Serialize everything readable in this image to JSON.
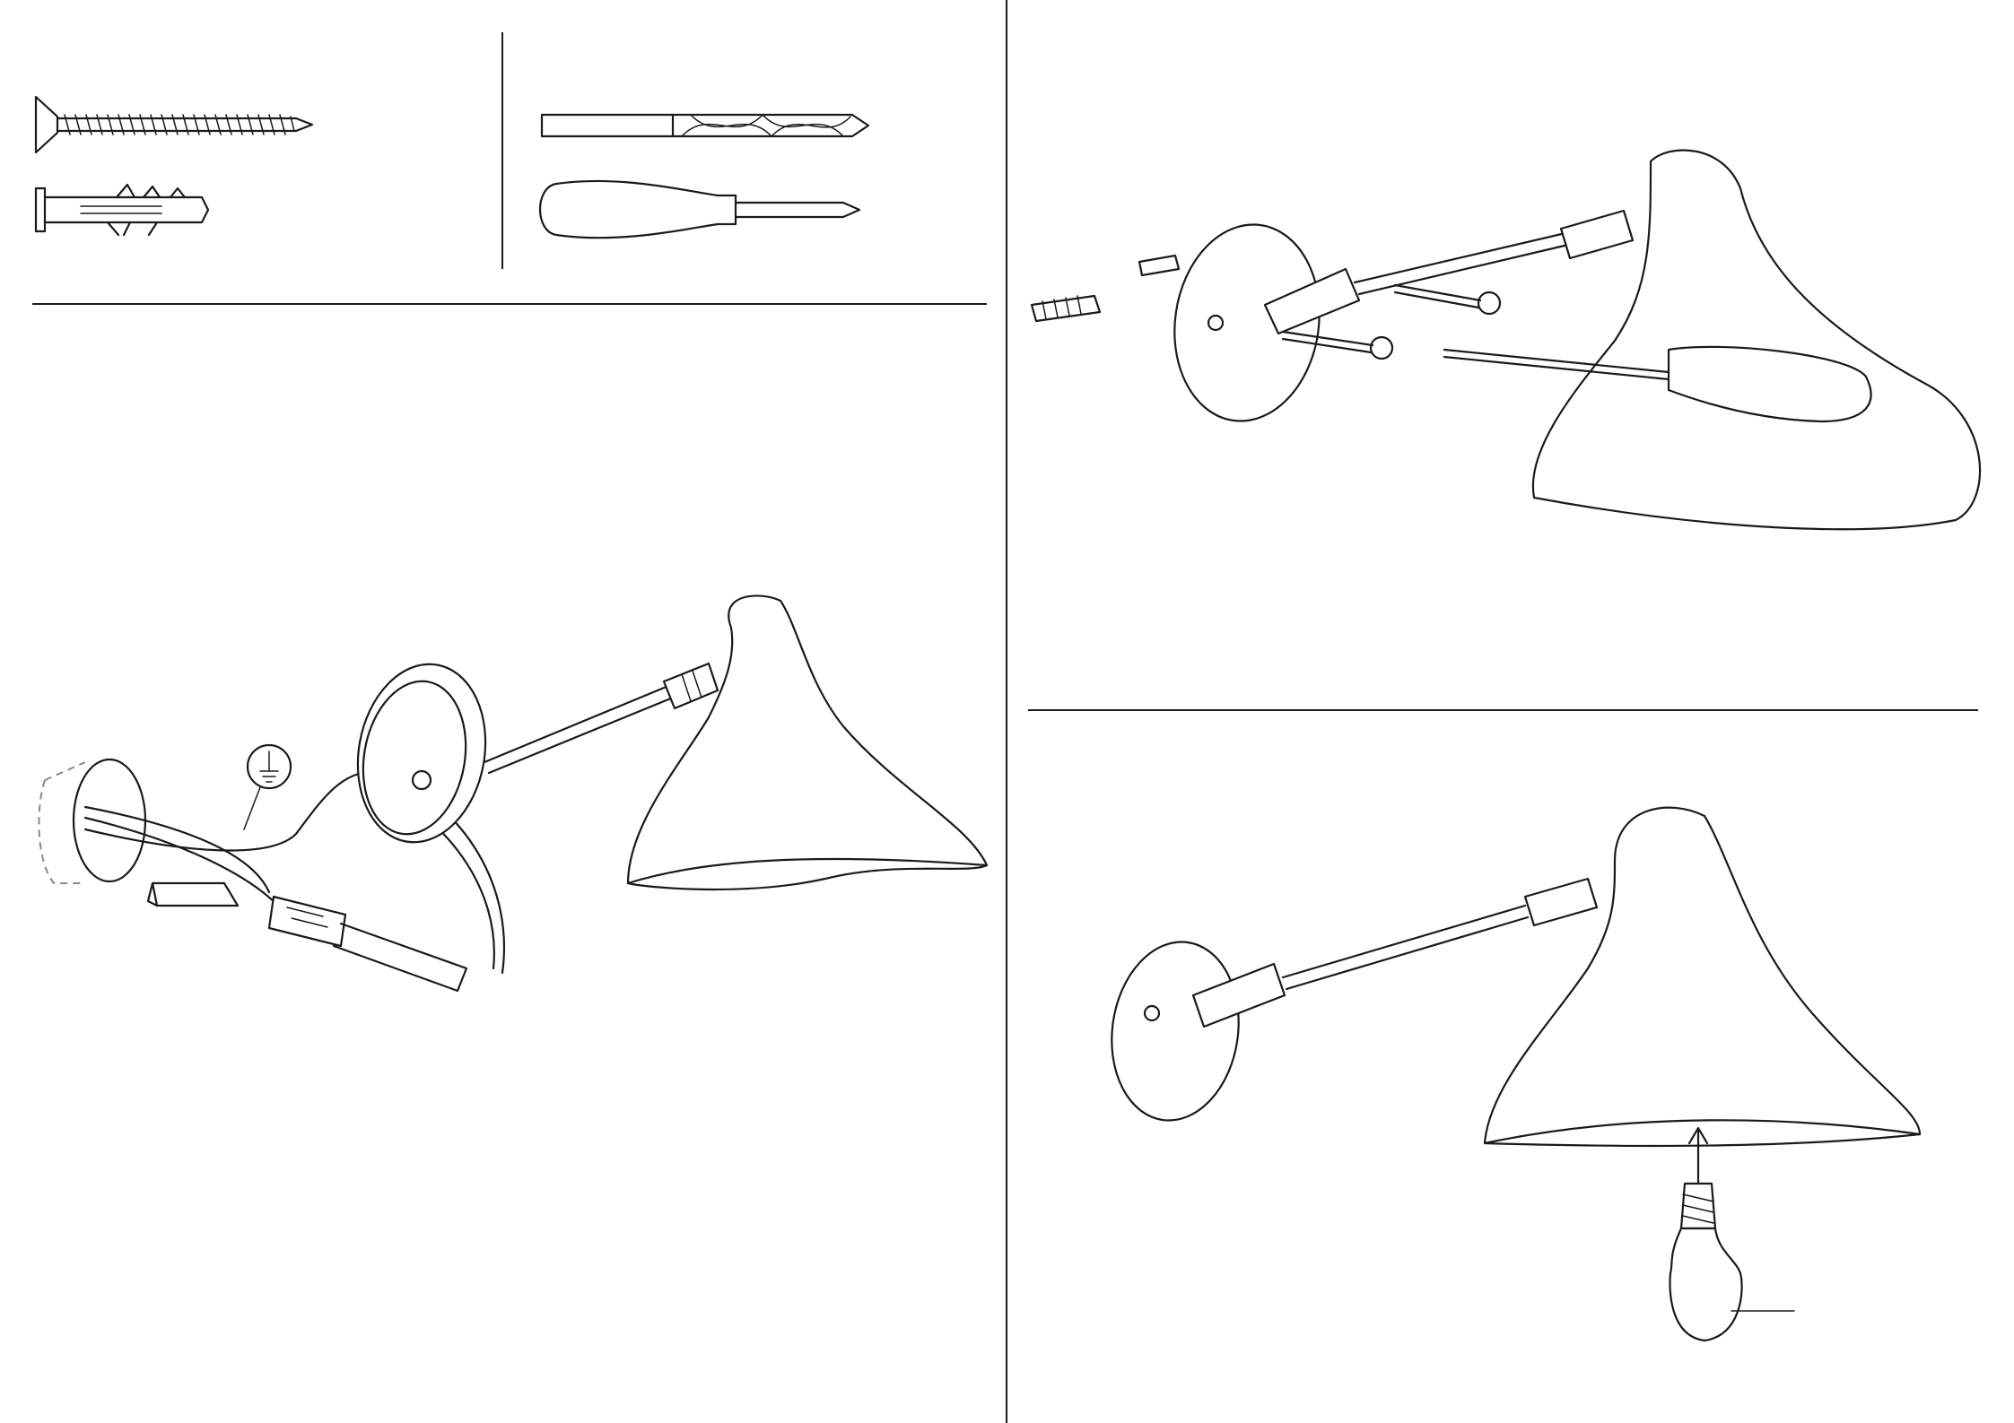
{
  "sheet": {
    "type": "assembly-instructions",
    "panels": [
      "tools",
      "wiring",
      "wall-mounting",
      "bulb-installation"
    ]
  },
  "tools": {
    "items": [
      "wood-screw-icon",
      "wall-plug-icon",
      "drill-bit-icon",
      "screwdriver-icon"
    ]
  },
  "colors": {
    "line": "#1a1a1a",
    "background": "#ffffff",
    "hidden_line": "#888888"
  }
}
